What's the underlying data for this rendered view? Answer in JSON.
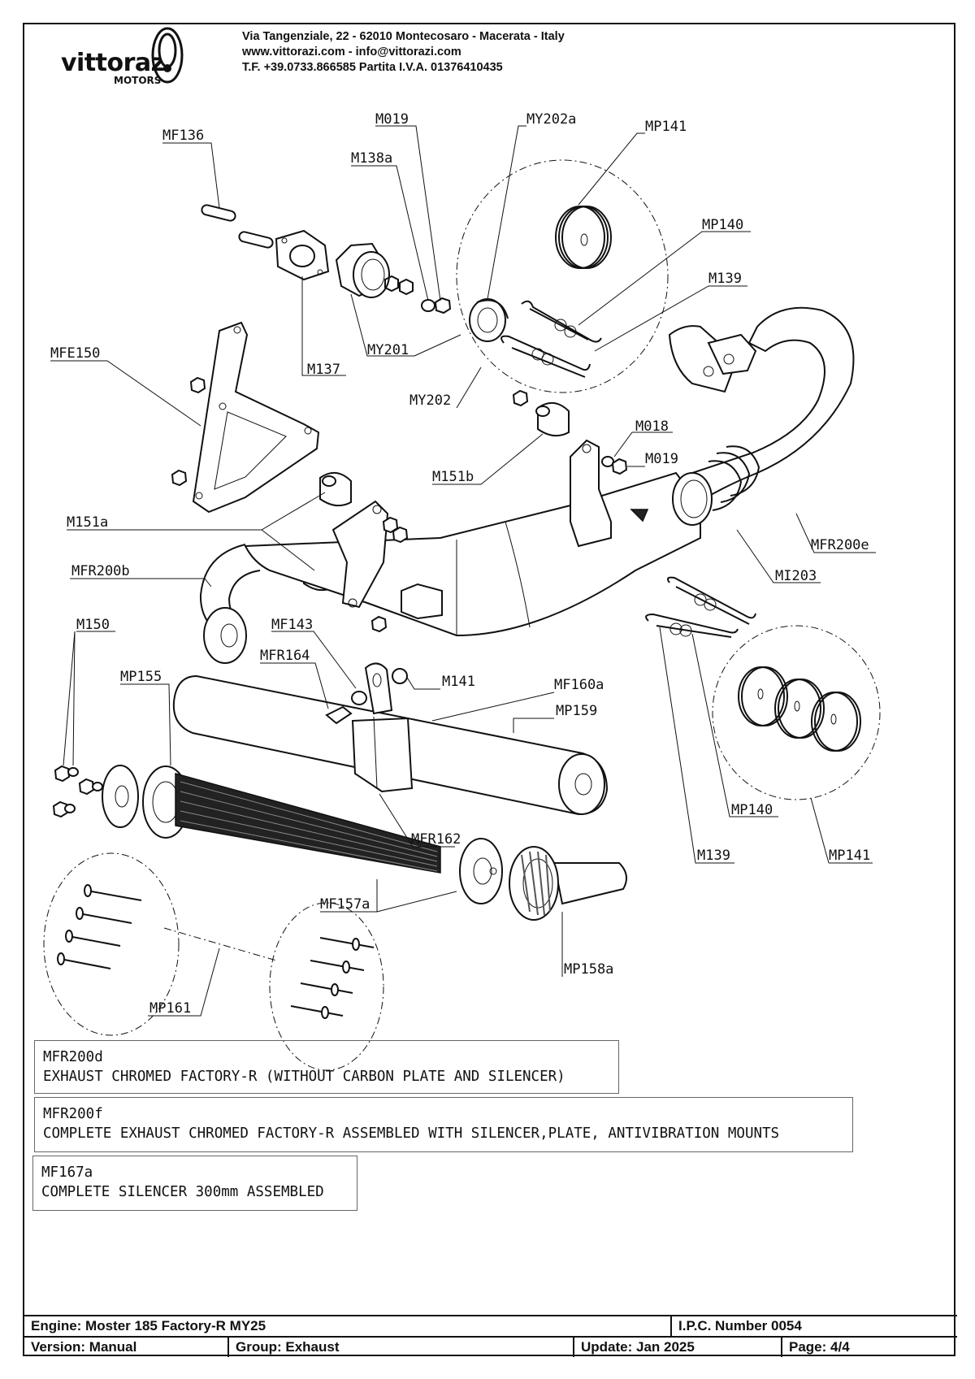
{
  "header": {
    "brand": "vittorazi",
    "brand_sub": "MOTORS",
    "address_line1": "Via Tangenziale, 22 - 62010 Montecosaro - Macerata - Italy",
    "address_line2": "www.vittorazi.com - info@vittorazi.com",
    "address_line3": "T.F. +39.0733.866585 Partita I.V.A. 01376410435"
  },
  "callouts": {
    "mf136": "MF136",
    "m019_top": "M019",
    "m138a": "M138a",
    "my202a": "MY202a",
    "mp141_top": "MP141",
    "mp140_top": "MP140",
    "m139_top": "M139",
    "mfe150": "MFE150",
    "m137": "M137",
    "my201": "MY201",
    "my202": "MY202",
    "m018": "M018",
    "m019_mid": "M019",
    "m151b": "M151b",
    "m151a": "M151a",
    "mfr200e": "MFR200e",
    "mfr200b": "MFR200b",
    "mi203": "MI203",
    "m150": "M150",
    "mf143": "MF143",
    "mfr164": "MFR164",
    "m141": "M141",
    "mf160a": "MF160a",
    "mp155": "MP155",
    "mp159": "MP159",
    "mp140_bottom": "MP140",
    "mfr162": "MFR162",
    "m139_bottom": "M139",
    "mp141_bottom": "MP141",
    "mf157a": "MF157a",
    "mp158a": "MP158a",
    "mp161": "MP161"
  },
  "notes": [
    {
      "code": "MFR200d",
      "description": "EXHAUST CHROMED FACTORY-R (WITHOUT CARBON PLATE AND SILENCER)"
    },
    {
      "code": "MFR200f",
      "description": "COMPLETE EXHAUST CHROMED FACTORY-R ASSEMBLED WITH SILENCER,PLATE, ANTIVIBRATION MOUNTS"
    },
    {
      "code": "MF167a",
      "description": "COMPLETE SILENCER 300mm ASSEMBLED"
    }
  ],
  "footer": {
    "engine": "Engine: Moster 185 Factory-R MY25",
    "ipc": "I.P.C. Number 0054",
    "version": "Version: Manual",
    "group": "Group: Exhaust",
    "update": "Update: Jan 2025",
    "page": "Page: 4/4"
  }
}
